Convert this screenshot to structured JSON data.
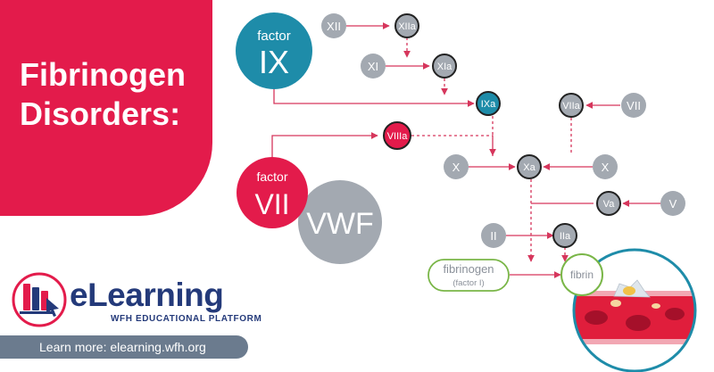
{
  "title": {
    "line1": "Fibrinogen",
    "line2": "Disorders:"
  },
  "factor_ix": {
    "top": "factor",
    "main": "IX"
  },
  "factor_vii": {
    "top": "factor",
    "main": "VII"
  },
  "vwf": "VWF",
  "nodes": {
    "xii": "XII",
    "xiia": "XIIa",
    "xi": "XI",
    "xia": "XIa",
    "ixa": "IXa",
    "viia": "VIIa",
    "vii": "VII",
    "viiia": "VIIIa",
    "x_left": "X",
    "xa": "Xa",
    "x_right": "X",
    "va": "Va",
    "v": "V",
    "ii": "II",
    "iia": "IIa",
    "fibrinogen": "fibrinogen",
    "factor_i": "(factor I)",
    "fibrin": "fibrin"
  },
  "logo": {
    "name": "eLearning",
    "tagline": "WFH EDUCATIONAL PLATFORM"
  },
  "footer": {
    "learn_more": "Learn more: elearning.wfh.org"
  },
  "colors": {
    "crimson": "#e31b4b",
    "teal": "#1e8ca9",
    "gray": "#a3a9b1",
    "navy": "#243a7a",
    "green": "#7ab648",
    "arrow": "#d6365c"
  }
}
